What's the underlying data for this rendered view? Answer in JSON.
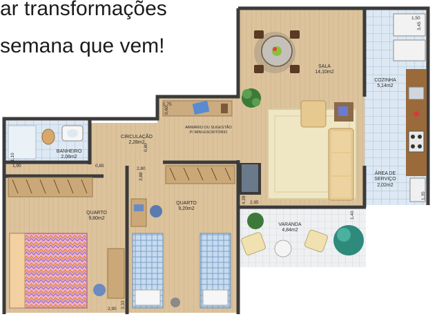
{
  "slide": {
    "line1": "ar transformações",
    "line2": "semana que vem!"
  },
  "rooms": {
    "sala": {
      "name": "SALA",
      "area": "14,10m2"
    },
    "cozinha": {
      "name": "COZINHA",
      "area": "5,14m2"
    },
    "area_servico": {
      "name1": "ÁREA DE",
      "name2": "SERVIÇO",
      "area": "2,02m2"
    },
    "circulacao": {
      "name": "CIRCULAÇÃO",
      "area": "2,28m2"
    },
    "banheiro": {
      "name": "BANHEIRO",
      "area": "2,08m2"
    },
    "quarto1": {
      "name": "QUARTO",
      "area": "9,80m2"
    },
    "quarto2": {
      "name": "QUARTO",
      "area": "9,20m2"
    },
    "varanda": {
      "name": "VARANDA",
      "area": "4,84m2"
    },
    "armario": {
      "line1": "ARMÁRIO OU SUGESTÃO",
      "line2": "P/ MINI-ESCRITÓRIO"
    }
  },
  "dimensions": {
    "d150": "1,50",
    "d345": "3,45",
    "d175": "1,75",
    "d060": "0,60",
    "d080": "0,80",
    "d110": "1,10",
    "d190": "1,90",
    "d085": "0,85",
    "d280": "2,80",
    "d388": "3,88",
    "d295": "2,95",
    "d428": "4,28",
    "d140": "1,40",
    "d135": "1,35",
    "d290": "2,90",
    "d333": "3,33"
  },
  "colors": {
    "wall": "#3b3b3b",
    "wood_floor": "#d8c09a",
    "tile_floor": "#d6e4f0",
    "rug": "#e8dfc0",
    "sofa": "#e6c98e",
    "bed_blue": "#8fb0cf",
    "bed_pink": "#e69ab8"
  }
}
